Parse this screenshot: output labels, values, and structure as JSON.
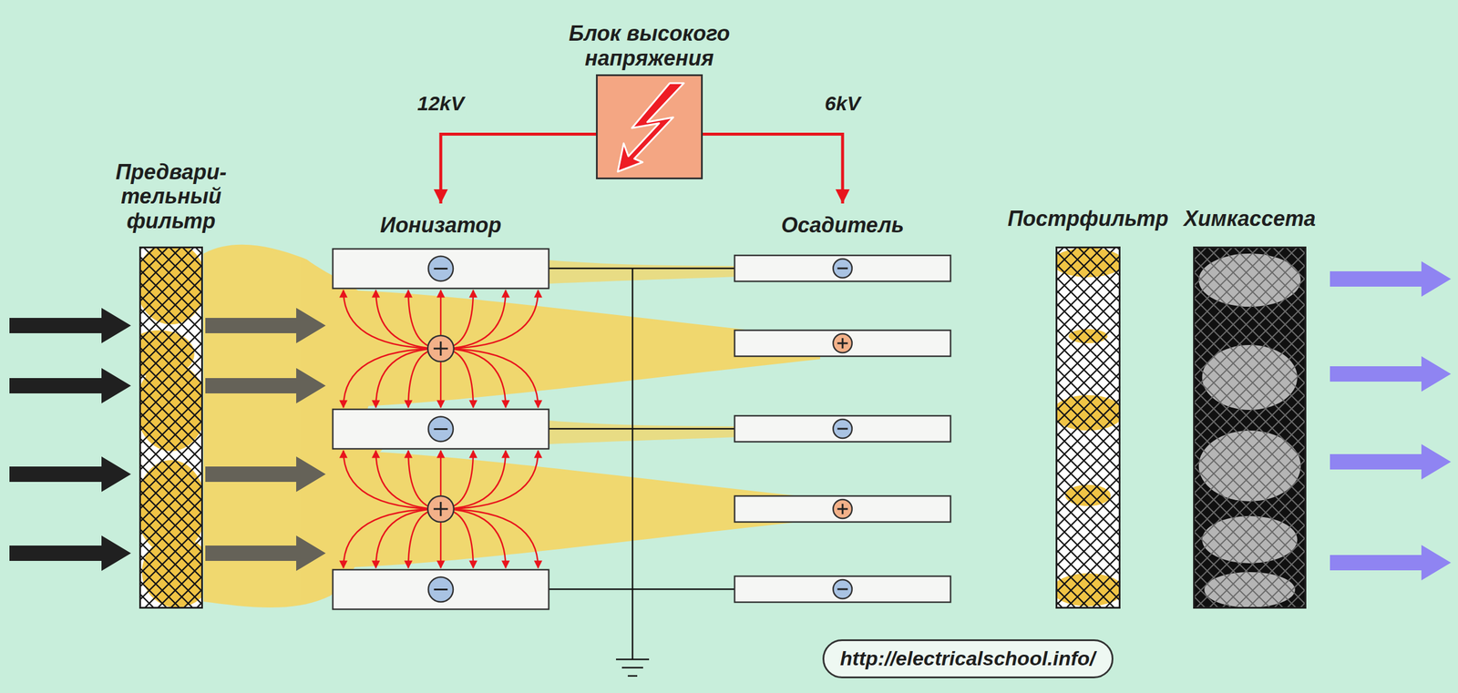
{
  "diagram": {
    "nodes": [
      {
        "text": [
          "Блок высокого напряжения"
        ]
      },
      {
        "text": [
          "Предвари- тельный фильтр"
        ]
      },
      {
        "text": [
          "Ионизатор"
        ]
      },
      {
        "text": [
          "Осадитель"
        ]
      },
      {
        "text": [
          "Пострфильтр"
        ]
      },
      {
        "text": [
          "Химкассета"
        ]
      },
      {
        "text": [
          "http://electricalschool.info/"
        ]
      }
    ],
    "edges": [
      {
        "from": 0,
        "to": 2,
        "arrow": "to",
        "label": "12kV"
      },
      {
        "from": 0,
        "to": 3,
        "arrow": "to",
        "label": "6kV"
      }
    ]
  }
}
